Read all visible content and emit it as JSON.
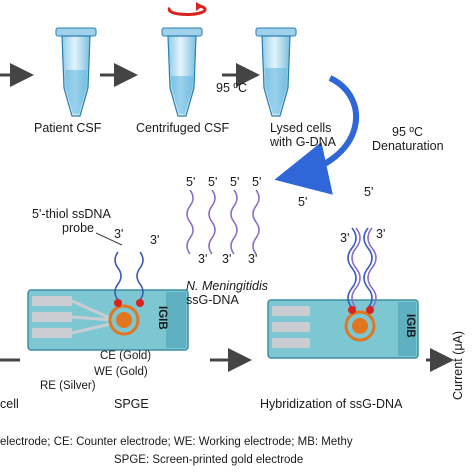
{
  "top_row": {
    "tube_labels": [
      "Patient CSF",
      "Centrifuged CSF",
      "Lysed cells",
      "with G-DNA"
    ],
    "step_95": "95 ºC",
    "denat_temp": "95 ºC",
    "denat_label": "Denaturation"
  },
  "probe": {
    "label_line1": "5'-thiol ssDNA",
    "label_line2": "probe",
    "end_3": "3'",
    "end_5": "5'"
  },
  "target": {
    "name_line1": "N. Meningitidis",
    "name_line2": "ssG-DNA"
  },
  "electrode": {
    "we": "WE (Gold)",
    "ce": "CE (Gold)",
    "re": "RE (Silver)",
    "brand": "IGIB"
  },
  "bottom_row": {
    "cell": "cell",
    "spge": "SPGE",
    "hybrid": "Hybridization of ssG-DNA",
    "current": "Current (μA)"
  },
  "legend": {
    "line1": "electrode; CE: Counter electrode; WE: Working electrode; MB: Methy",
    "line2": "SPGE: Screen-printed gold electrode"
  },
  "colors": {
    "tube_fill": "#bfe3f3",
    "tube_stroke": "#2a7fb0",
    "strip": "#7dc7d3",
    "strip_dark": "#3f8fa0",
    "electrode_orange": "#e0761f",
    "dna_purple": "#8c6fc9",
    "dna_blue": "#3b5bb5",
    "accent_red": "#d8231f",
    "arrow_blue": "#2f66d8"
  }
}
